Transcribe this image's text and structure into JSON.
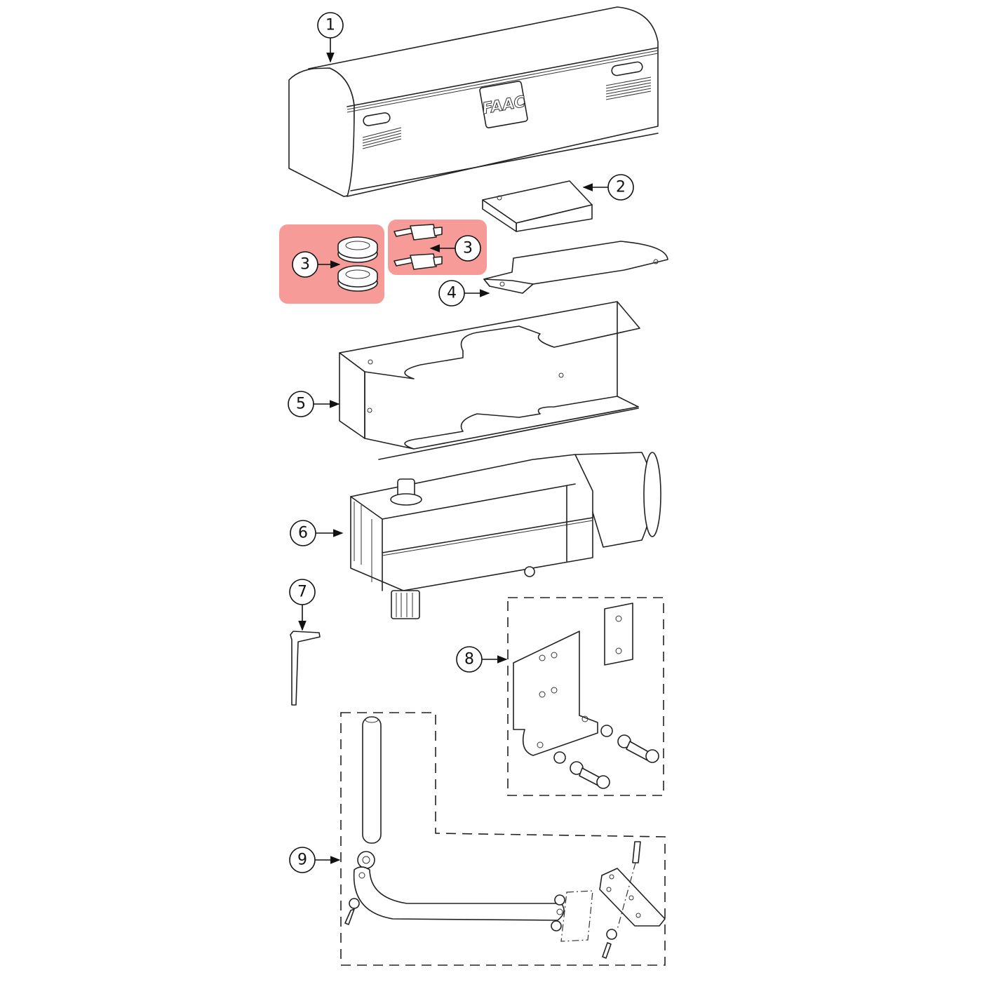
{
  "diagram": {
    "type": "exploded-parts-view",
    "brand_logo": "FAAC",
    "highlight_color": "#f58a86",
    "callouts": [
      {
        "id": "1",
        "label": "1",
        "part": "cover"
      },
      {
        "id": "2",
        "label": "2",
        "part": "cover-bracket"
      },
      {
        "id": "3a",
        "label": "3",
        "part": "bearings",
        "highlighted": true
      },
      {
        "id": "3b",
        "label": "3",
        "part": "connectors",
        "highlighted": true
      },
      {
        "id": "4",
        "label": "4",
        "part": "mounting-plate"
      },
      {
        "id": "5",
        "label": "5",
        "part": "base-frame"
      },
      {
        "id": "6",
        "label": "6",
        "part": "operator-motor-unit"
      },
      {
        "id": "7",
        "label": "7",
        "part": "hex-key"
      },
      {
        "id": "8",
        "label": "8",
        "part": "bracket-kit"
      },
      {
        "id": "9",
        "label": "9",
        "part": "arm-kit"
      }
    ]
  }
}
